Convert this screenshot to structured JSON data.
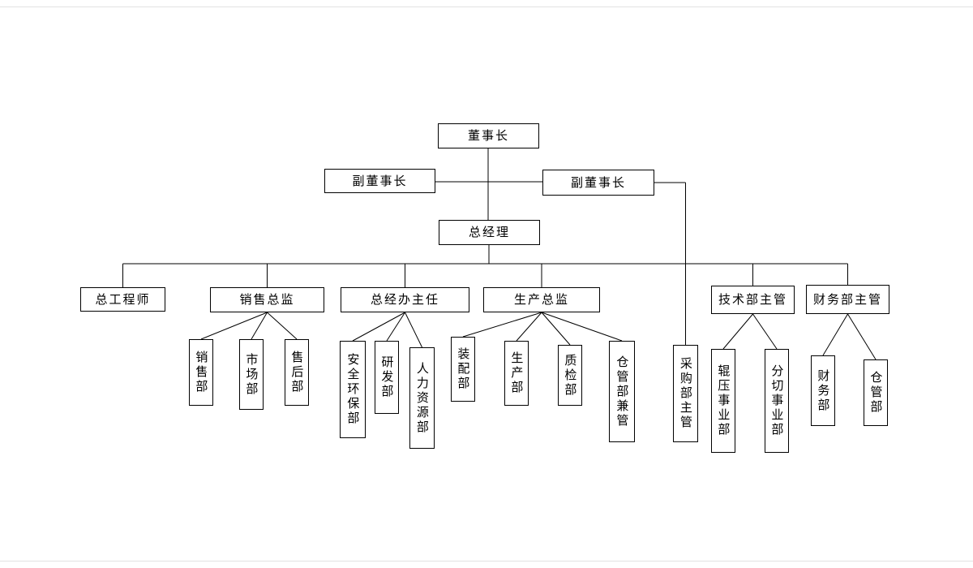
{
  "org_chart": {
    "colors": {
      "background": "#ffffff",
      "box_border": "#000000",
      "line": "#000000",
      "text": "#000000"
    },
    "nodes": {
      "chairman": {
        "label": "董事长"
      },
      "vice_chairman_left": {
        "label": "副董事长"
      },
      "vice_chairman_right": {
        "label": "副董事长"
      },
      "general_manager": {
        "label": "总经理"
      },
      "chief_engineer": {
        "label": "总工程师"
      },
      "sales_director": {
        "label": "销售总监"
      },
      "office_director": {
        "label": "总经办主任"
      },
      "production_director": {
        "label": "生产总监"
      },
      "tech_manager": {
        "label": "技术部主管"
      },
      "finance_manager": {
        "label": "财务部主管"
      },
      "sales_dept": {
        "label": "销售部"
      },
      "market_dept": {
        "label": "市场部"
      },
      "aftersales_dept": {
        "label": "售后部"
      },
      "safety_env_dept": {
        "label": "安全环保部"
      },
      "rd_dept": {
        "label": "研发部"
      },
      "hr_dept": {
        "label": "人力资源部"
      },
      "assembly_dept": {
        "label": "装配部"
      },
      "production_dept": {
        "label": "生产部"
      },
      "quality_dept": {
        "label": "质检部"
      },
      "warehouse_joint_dept": {
        "label": "仓管部兼管"
      },
      "purchasing_manager": {
        "label": "采购部主管"
      },
      "roll_division": {
        "label": "辊压事业部"
      },
      "slitting_division": {
        "label": "分切事业部"
      },
      "finance_dept": {
        "label": "财务部"
      },
      "warehouse_dept": {
        "label": "仓管部"
      }
    },
    "edges": [
      {
        "from": "chairman",
        "to": "vice_chairman_left"
      },
      {
        "from": "chairman",
        "to": "vice_chairman_right"
      },
      {
        "from": "chairman",
        "to": "general_manager"
      },
      {
        "from": "vice_chairman_right",
        "to": "purchasing_manager"
      },
      {
        "from": "general_manager",
        "to": "chief_engineer"
      },
      {
        "from": "general_manager",
        "to": "sales_director"
      },
      {
        "from": "general_manager",
        "to": "office_director"
      },
      {
        "from": "general_manager",
        "to": "production_director"
      },
      {
        "from": "general_manager",
        "to": "tech_manager"
      },
      {
        "from": "general_manager",
        "to": "finance_manager"
      },
      {
        "from": "sales_director",
        "to": "sales_dept"
      },
      {
        "from": "sales_director",
        "to": "market_dept"
      },
      {
        "from": "sales_director",
        "to": "aftersales_dept"
      },
      {
        "from": "office_director",
        "to": "safety_env_dept"
      },
      {
        "from": "office_director",
        "to": "rd_dept"
      },
      {
        "from": "office_director",
        "to": "hr_dept"
      },
      {
        "from": "production_director",
        "to": "assembly_dept"
      },
      {
        "from": "production_director",
        "to": "production_dept"
      },
      {
        "from": "production_director",
        "to": "quality_dept"
      },
      {
        "from": "production_director",
        "to": "warehouse_joint_dept"
      },
      {
        "from": "tech_manager",
        "to": "roll_division"
      },
      {
        "from": "tech_manager",
        "to": "slitting_division"
      },
      {
        "from": "finance_manager",
        "to": "finance_dept"
      },
      {
        "from": "finance_manager",
        "to": "warehouse_dept"
      }
    ]
  }
}
